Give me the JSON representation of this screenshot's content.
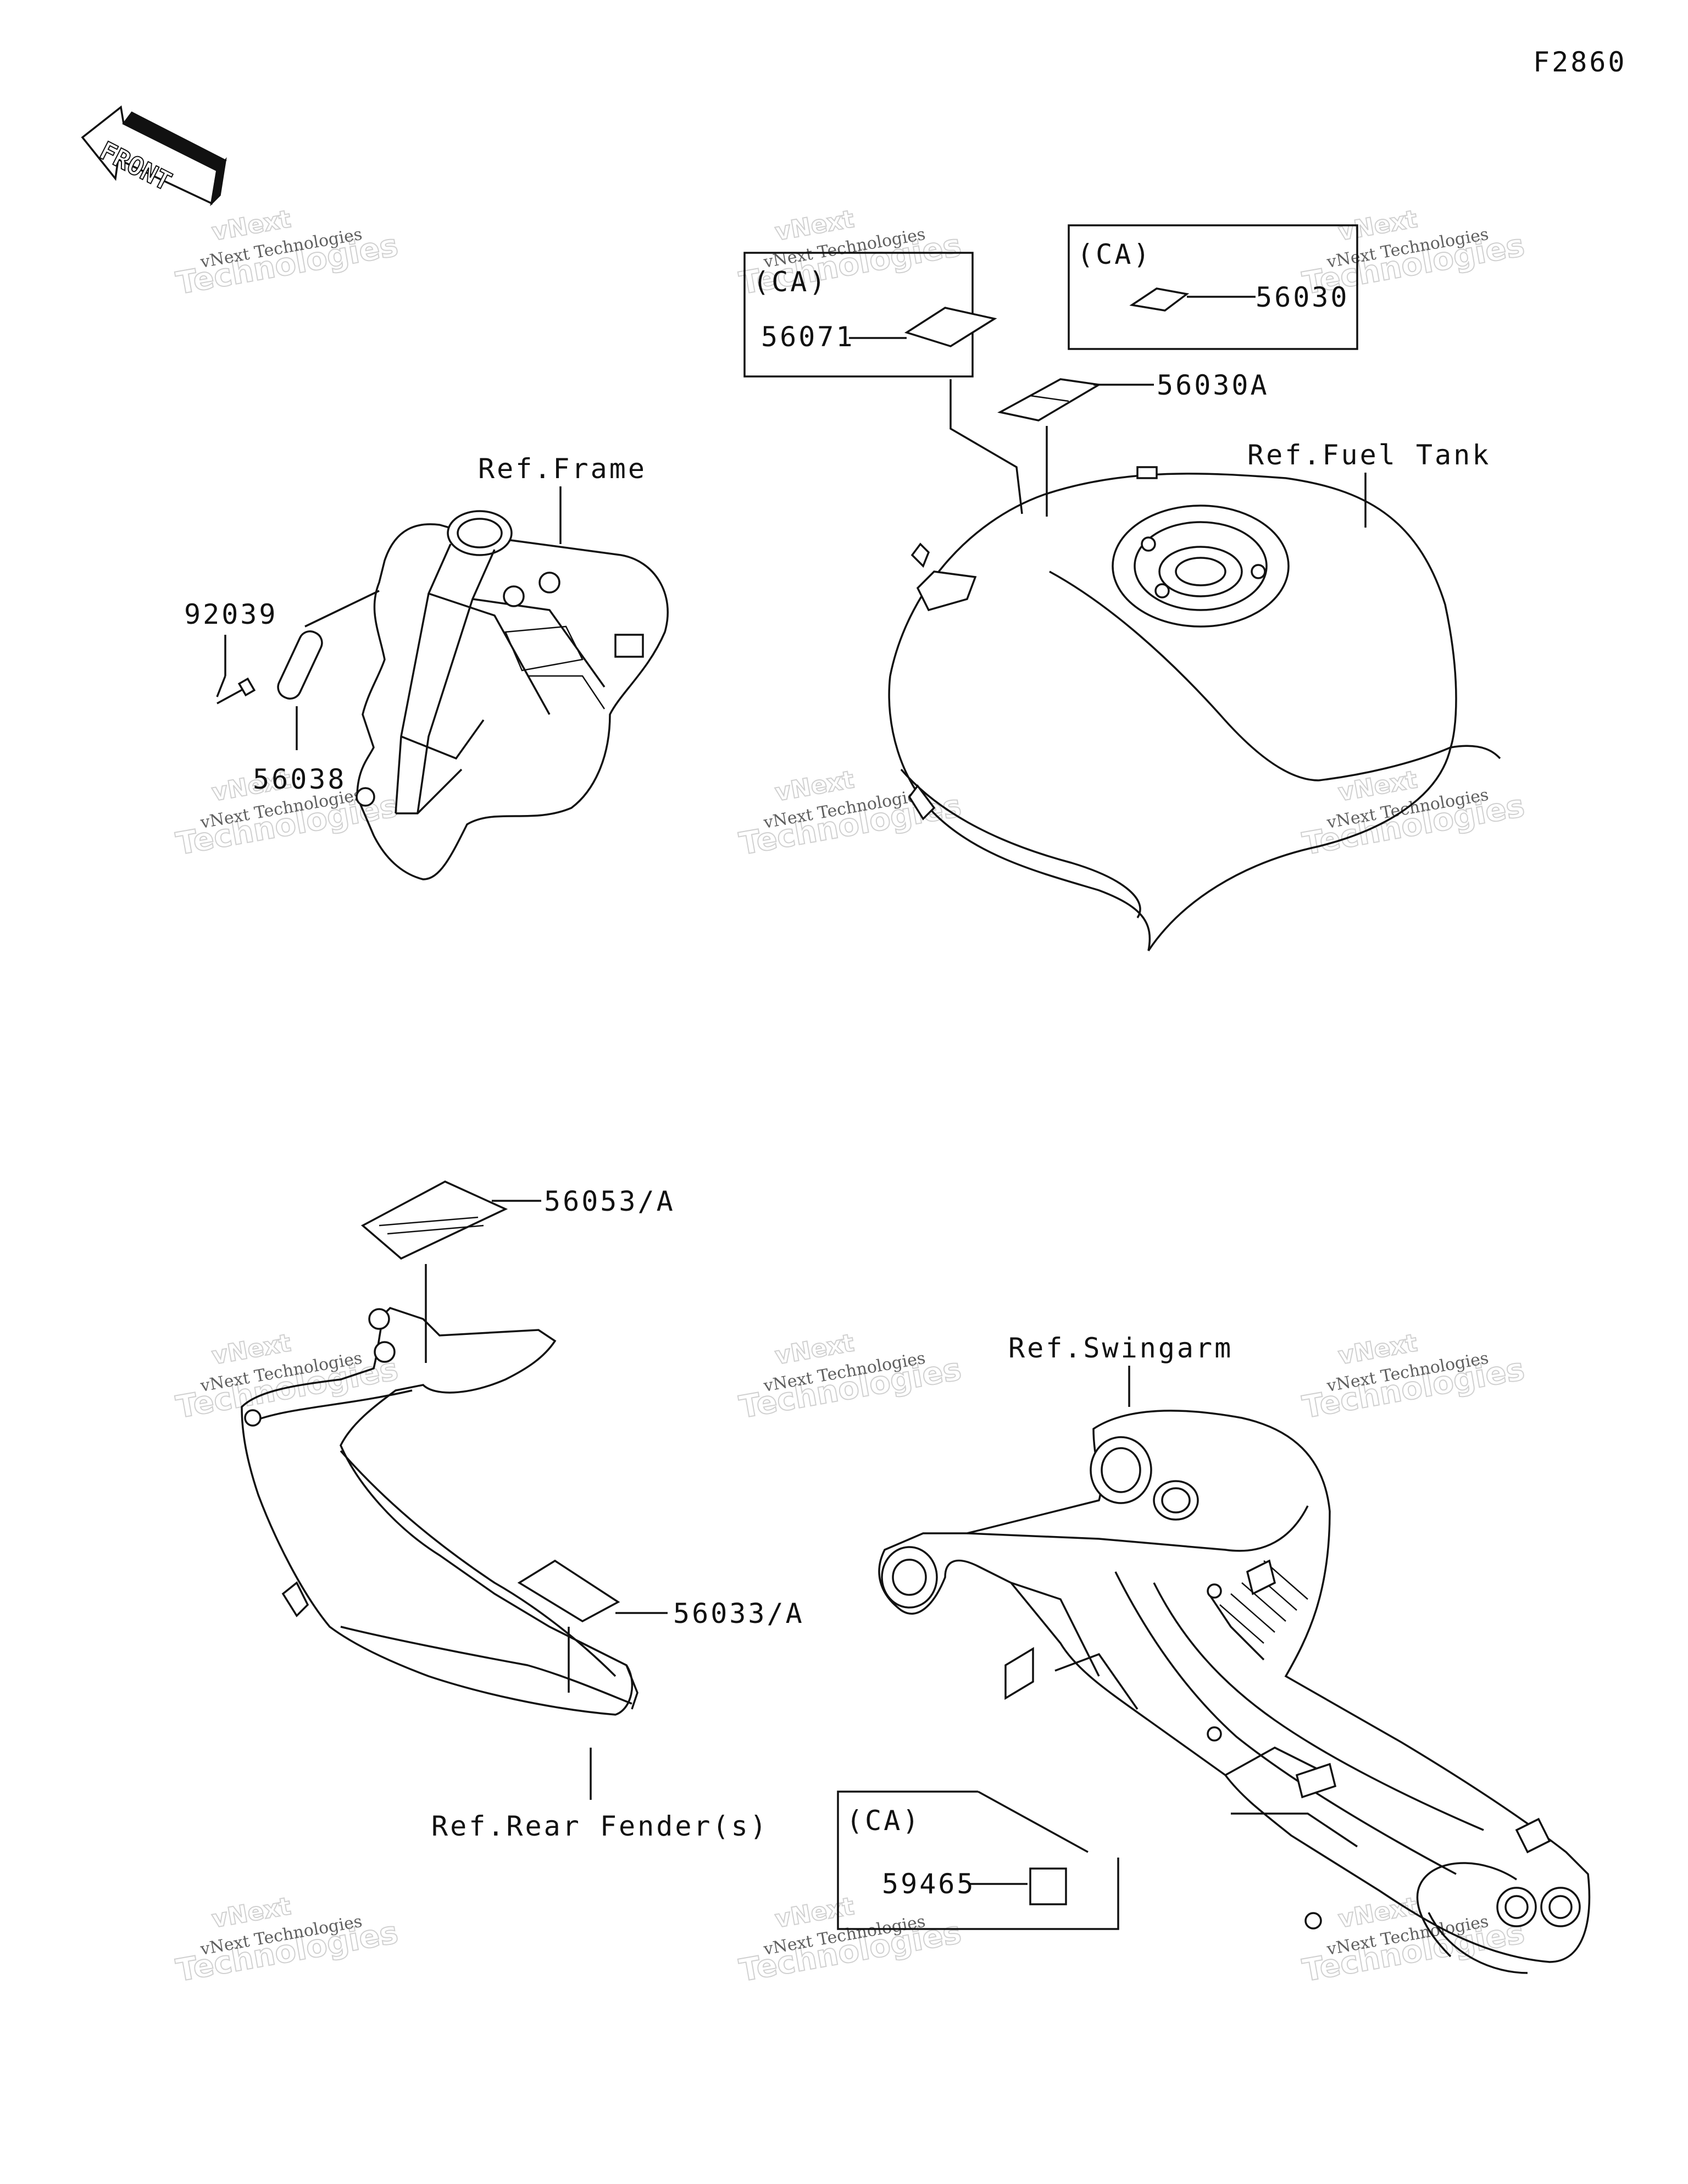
{
  "figure_id": "F2860",
  "front_label": "FRONT",
  "watermark": {
    "line1": "vNext Technologies",
    "line2": "Technologies",
    "line3": "vNext"
  },
  "references": {
    "frame": "Ref.Frame",
    "fuel_tank": "Ref.Fuel Tank",
    "rear_fender": "Ref.Rear Fender(s)",
    "swingarm": "Ref.Swingarm"
  },
  "region_tag": "(CA)",
  "parts": {
    "p92039": "92039",
    "p56038": "56038",
    "p56071": "56071",
    "p56030": "56030",
    "p56030A": "56030A",
    "p56053A": "56053/A",
    "p56033A": "56033/A",
    "p59465": "59465"
  },
  "colors": {
    "line": "#111111",
    "background": "#ffffff",
    "watermark": "#cccccc"
  }
}
